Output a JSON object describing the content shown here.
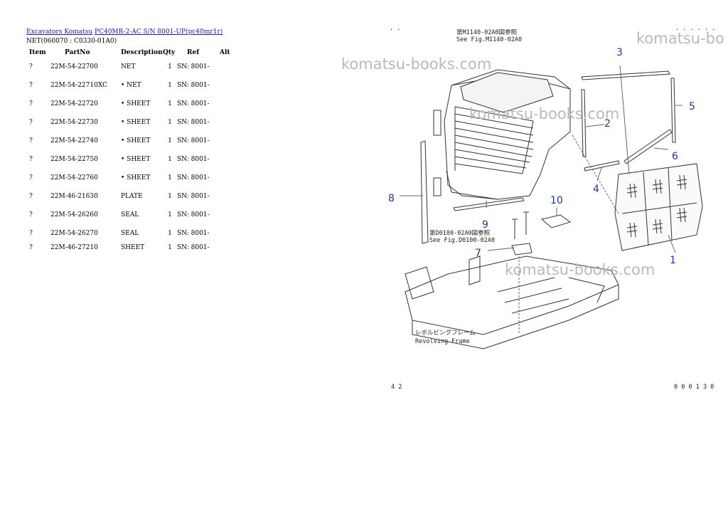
{
  "breadcrumb": {
    "link1": "Excavators Komatsu",
    "link2": "PC40MR-2-AC S/N 8001-UP(pc40mr1r)"
  },
  "subtitle": "NET(060070 : C0330-01A0)",
  "table": {
    "headers": [
      "Item",
      "PartNo",
      "Description",
      "Qty",
      "Ref",
      "Alt"
    ],
    "rows": [
      {
        "item": "?",
        "part": "22M-54-22700",
        "desc": "NET",
        "qty": "1",
        "ref": "SN: 8001-",
        "alt": ""
      },
      {
        "item": "?",
        "part": "22M-54-22710XC",
        "desc": "• NET",
        "qty": "1",
        "ref": "SN: 8001-",
        "alt": ""
      },
      {
        "item": "?",
        "part": "22M-54-22720",
        "desc": "• SHEET",
        "qty": "1",
        "ref": "SN: 8001-",
        "alt": ""
      },
      {
        "item": "?",
        "part": "22M-54-22730",
        "desc": "• SHEET",
        "qty": "1",
        "ref": "SN: 8001-",
        "alt": ""
      },
      {
        "item": "?",
        "part": "22M-54-22740",
        "desc": "• SHEET",
        "qty": "1",
        "ref": "SN: 8001-",
        "alt": ""
      },
      {
        "item": "?",
        "part": "22M-54-22750",
        "desc": "• SHEET",
        "qty": "1",
        "ref": "SN: 8001-",
        "alt": ""
      },
      {
        "item": "?",
        "part": "22M-54-22760",
        "desc": "• SHEET",
        "qty": "1",
        "ref": "SN: 8001-",
        "alt": ""
      },
      {
        "item": "?",
        "part": "22M-46-21630",
        "desc": "PLATE",
        "qty": "1",
        "ref": "SN: 8001-",
        "alt": ""
      },
      {
        "item": "?",
        "part": "22M-54-26260",
        "desc": "SEAL",
        "qty": "1",
        "ref": "SN: 8001-",
        "alt": ""
      },
      {
        "item": "?",
        "part": "22M-54-26270",
        "desc": "SEAL",
        "qty": "1",
        "ref": "SN: 8001-",
        "alt": ""
      },
      {
        "item": "?",
        "part": "22M-46-27210",
        "desc": "SHEET",
        "qty": "1",
        "ref": "SN: 8001-",
        "alt": ""
      }
    ]
  },
  "diagram": {
    "watermark": "komatsu-books.com",
    "watermark_cut": "komatsu-bo",
    "note_top_jp": "第M1140-02A0図参照",
    "note_top_en": "See Fig.M1140-02A0",
    "note_mid_jp": "第D0100-02A0図参照",
    "note_mid_en": "See Fig.D0100-02A0",
    "note_bottom_jp": "レボルビングフレーム",
    "note_bottom_en": "Revolving Frame",
    "callouts": [
      "1",
      "2",
      "3",
      "4",
      "5",
      "6",
      "7",
      "8",
      "9",
      "10"
    ],
    "corner_tl": ". .",
    "corner_tr": ". . . . . .",
    "corner_bl": "4 2",
    "corner_br": "0 0 0 1 3 0"
  }
}
